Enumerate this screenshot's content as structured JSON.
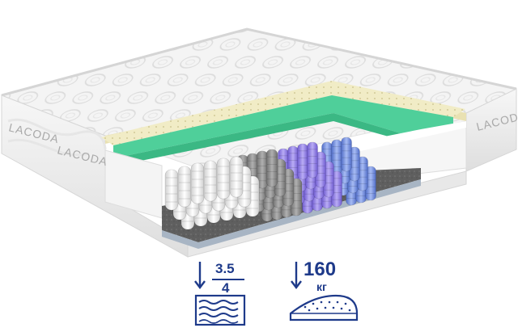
{
  "product": {
    "brand_label": "LACODA",
    "brand_label_side": "LACODA",
    "brand_label_right": "LACODA"
  },
  "specs": {
    "stiffness_top": "3.5",
    "stiffness_bottom": "4",
    "stiffness_icon": "mattress-springs-icon",
    "max_load_value": "160",
    "max_load_unit": "кг",
    "load_icon": "weight-pad-icon"
  },
  "colors": {
    "spec_blue": "#1e3a8a",
    "latex_yellow": "#f1ecc6",
    "foam_green": "#4fcf9a",
    "spring_white": "#f2f2f2",
    "spring_gray": "#8c8c8c",
    "spring_purple": "#8f7fe6",
    "spring_blue": "#6f8de0"
  }
}
